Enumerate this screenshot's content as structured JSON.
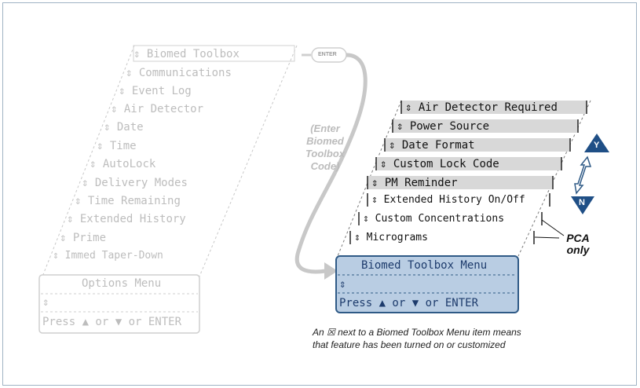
{
  "left_menu": {
    "items": [
      "Biomed Toolbox",
      "Communications",
      "Event Log",
      "Air Detector",
      "Date",
      "Time",
      "AutoLock",
      "Delivery Modes",
      "Time Remaining",
      "Extended History",
      "Prime",
      "Immed Taper-Down"
    ],
    "arrow_glyph": "⇕",
    "screen_title": "Options Menu",
    "screen_prompt": "Press ▲ or ▼ or ENTER"
  },
  "enter_key": {
    "label": "ENTER"
  },
  "enter_caption": [
    "(Enter",
    "Biomed",
    "Toolbox",
    "Code)"
  ],
  "right_menu": {
    "items": [
      "Air Detector Required",
      "Power Source",
      "Date Format",
      "Custom Lock Code",
      "PM Reminder",
      "Extended History On/Off",
      "Custom Concentrations",
      "Micrograms"
    ],
    "screen_title": "Biomed Toolbox Menu",
    "screen_prompt": "Press ▲ or ▼ or ENTER"
  },
  "keys": {
    "yes": "Y",
    "no": "N"
  },
  "pca_note": [
    "PCA",
    "only"
  ],
  "footnote": {
    "line1": "An ☒ next to a Biomed Toolbox Menu item means",
    "line2": "that feature has been turned on or customized"
  },
  "colors": {
    "frame": "#9fb3c4",
    "lcd_fill": "#b9cde3",
    "lcd_border": "#2f5a86",
    "lcd_text": "#1d3b6c",
    "key_blue": "#1f4f86",
    "faded": "#bdbdbd",
    "highlight": "#d8d8d8"
  }
}
